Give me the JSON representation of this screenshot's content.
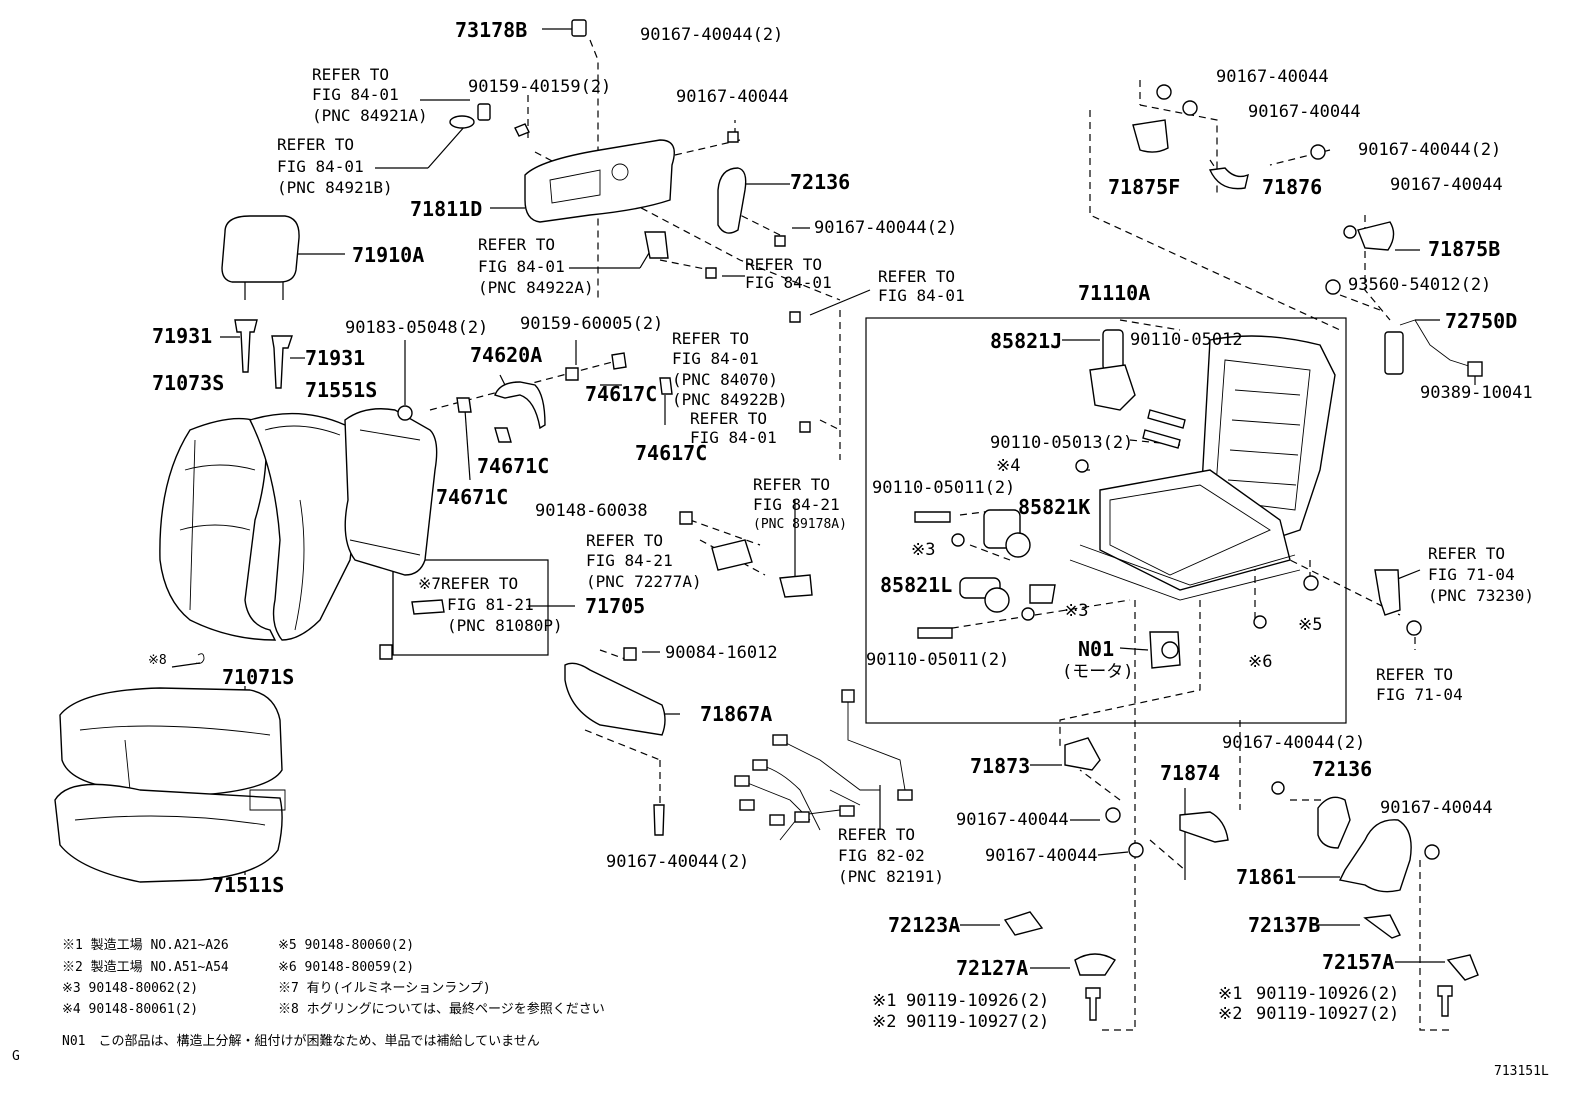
{
  "labels": {
    "p73178B": "73178B",
    "p90167_40044_2_top": "90167-40044(2)",
    "ref_fig84_01_a": "REFER TO",
    "ref_fig84_01_a2": "FIG 84-01",
    "ref_fig84_01_a3": "(PNC 84921A)",
    "p90159_40159_2": "90159-40159(2)",
    "p90167_40044_a": "90167-40044",
    "ref_b1": "REFER TO",
    "ref_b2": "FIG 84-01",
    "ref_b3": "(PNC 84921B)",
    "p72136_top": "72136",
    "p71811D": "71811D",
    "p90167_40044_2_b": "90167-40044(2)",
    "p71910A": "71910A",
    "ref_c1": "REFER TO",
    "ref_c2": "FIG 84-01",
    "ref_c3": "(PNC 84922A)",
    "ref_d1": "REFER TO",
    "ref_d2": "FIG 84-01",
    "ref_e1": "REFER TO",
    "ref_e2": "FIG 84-01",
    "p71931_a": "71931",
    "p71931_b": "71931",
    "p90183_05048_2": "90183-05048(2)",
    "p90159_60005_2": "90159-60005(2)",
    "ref_f1": "REFER TO",
    "ref_f2": "FIG 84-01",
    "ref_f3": "(PNC 84070)",
    "ref_f4": "(PNC 84922B)",
    "ref_g1": "REFER TO",
    "ref_g2": "FIG 84-01",
    "p74620A": "74620A",
    "p71073S": "71073S",
    "p71551S": "71551S",
    "p74617C_a": "74617C",
    "p74617C_b": "74617C",
    "p74671C_a": "74671C",
    "p74671C_b": "74671C",
    "p90148_60038": "90148-60038",
    "ref_h1": "REFER TO",
    "ref_h2": "FIG 84-21",
    "ref_h3": "(PNC 89178A)",
    "ref_i1": "REFER TO",
    "ref_i2": "FIG 84-21",
    "ref_i3": "(PNC 72277A)",
    "ref_j0": "※7REFER TO",
    "ref_j2": "FIG 81-21",
    "ref_j3": "(PNC 81080P)",
    "p71705": "71705",
    "note8_mark": "※8",
    "p90084_16012": "90084-16012",
    "p71071S": "71071S",
    "p71867A": "71867A",
    "ref_k1": "REFER TO",
    "ref_k2": "FIG 82-02",
    "ref_k3": "(PNC 82191)",
    "p90167_40044_2_bottom": "90167-40044(2)",
    "p71511S": "71511S",
    "p71110A": "71110A",
    "p85821J": "85821J",
    "p90110_05012": "90110-05012",
    "p90110_05013_2": "90110-05013(2)",
    "mark4": "※4",
    "p90110_05011_2_a": "90110-05011(2)",
    "p85821K": "85821K",
    "mark3_a": "※3",
    "p85821L": "85821L",
    "mark3_b": "※3",
    "pN01": "N01",
    "pN01_sub": "(モータ)",
    "p90110_05011_2_b": "90110-05011(2)",
    "mark6": "※6",
    "mark5": "※5",
    "p90167_40044_r1": "90167-40044",
    "p90167_40044_r2": "90167-40044",
    "p90167_40044_2_r3": "90167-40044(2)",
    "p71875F": "71875F",
    "p71876": "71876",
    "p90167_40044_r4": "90167-40044",
    "p71875B": "71875B",
    "p93560_54012_2": "93560-54012(2)",
    "p72750D": "72750D",
    "p90389_10041": "90389-10041",
    "ref_l1": "REFER TO",
    "ref_l2": "FIG 71-04",
    "ref_l3": "(PNC 73230)",
    "ref_m1": "REFER TO",
    "ref_m2": "FIG 71-04",
    "p71873": "71873",
    "p90167_40044_m1": "90167-40044",
    "p71874": "71874",
    "p90167_40044_m2": "90167-40044",
    "p90167_40044_2_m3": "90167-40044(2)",
    "p72136_bottom": "72136",
    "p90167_40044_m4": "90167-40044",
    "p71861": "71861",
    "p72123A": "72123A",
    "p72137B": "72137B",
    "p72127A": "72127A",
    "p72157A": "72157A",
    "p90119_10926_2_a": "90119-10926(2)",
    "p90119_10927_2_a": "90119-10927(2)",
    "mark1_a": "※1",
    "mark2_a": "※2",
    "p90119_10926_2_b": "90119-10926(2)",
    "p90119_10927_2_b": "90119-10927(2)",
    "mark1_b": "※1",
    "mark2_b": "※2"
  },
  "notes": [
    "※1 製造工場 NO.A21~A26",
    "※2 製造工場 NO.A51~A54",
    "※3 90148-80062(2)",
    "※4 90148-80061(2)",
    "※5 90148-80060(2)",
    "※6 90148-80059(2)",
    "※7 有り(イルミネーションランプ)",
    "※8 ホグリングについては、最終ページを参照ください",
    "N01　この部品は、構造上分解・組付けが困難なため、単品では補給していません"
  ],
  "corner_left": "G",
  "corner_right": "713151L"
}
